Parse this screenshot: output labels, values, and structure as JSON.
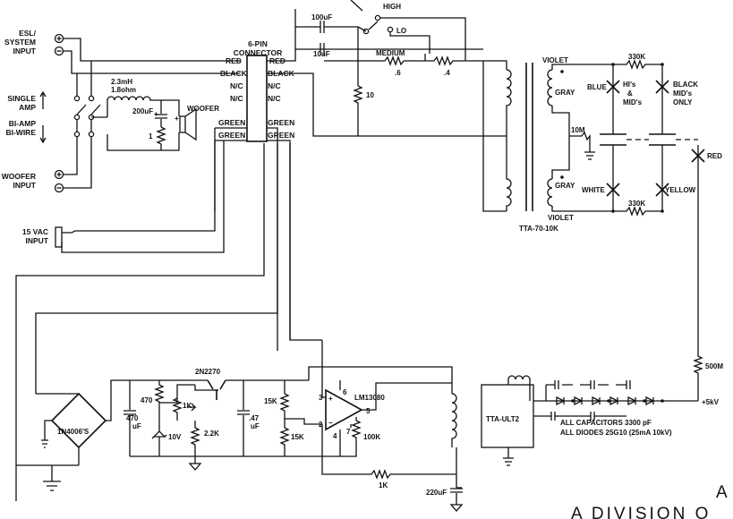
{
  "labels": {
    "esl_input": [
      "ESL/",
      "SYSTEM",
      "INPUT"
    ],
    "single_amp": [
      "SINGLE",
      "AMP"
    ],
    "biamp": [
      "BI-AMP",
      "BI-WIRE"
    ],
    "woofer_input": [
      "WOOFER",
      "INPUT"
    ],
    "vac_input": [
      "15 VAC",
      "INPUT"
    ],
    "connector": [
      "6-PIN",
      "CONNECTOR"
    ],
    "pin_left": [
      "RED",
      "BLACK",
      "N/C",
      "N/C",
      "GREEN",
      "GREEN"
    ],
    "pin_right": [
      "RED",
      "BLACK",
      "N/C",
      "N/C",
      "GREEN",
      "GREEN"
    ],
    "inductor": [
      "2.3mH",
      "1.8ohm"
    ],
    "cap_200": "200uF",
    "res_1": "1",
    "woofer": "WOOFER",
    "cap_100": "100uF",
    "cap_10": "10uF",
    "res_10": "10",
    "switch_high": "HIGH",
    "switch_lo": "LO",
    "switch_medium": "MEDIUM",
    "res_06": ".6",
    "res_04": ".4",
    "tx_violet_top": "VIOLET",
    "tx_gray_top": "GRAY",
    "tx_gray_bottom": "GRAY",
    "tx_violet_bottom": "VIOLET",
    "tx_name": "TTA-70-10K",
    "res_10m": "10M",
    "res_330k_top": "330K",
    "res_330k_bottom": "330K",
    "blue": "BLUE",
    "his_mids": [
      "HI's",
      "&",
      "MID's"
    ],
    "black_mids": [
      "BLACK",
      "MID's",
      "ONLY"
    ],
    "white": "WHITE",
    "yellow": "YELLOW",
    "red": "RED",
    "res_500m": "500M",
    "plus_5kv": "+5kV",
    "tta_ult2": "TTA-ULT2",
    "caps_note": "ALL CAPACITORS  3300 pF",
    "diodes_note": "ALL DIODES  25G10 (25mA  10kV)",
    "transistor": "2N2270",
    "opamp": "LM13080",
    "bridge": "1N4006'S",
    "res_470": "470",
    "cap_470": [
      "470",
      "uF"
    ],
    "zener": "10V",
    "pot_1k": "1K",
    "res_22k": "2.2K",
    "cap_47": [
      ".47",
      "uF"
    ],
    "res_15k_top": "15K",
    "res_15k_bottom": "15K",
    "res_100k": "100K",
    "res_1k_fb": "1K",
    "cap_220": "220uF",
    "pin_3": "3",
    "pin_2": "2",
    "pin_6": "6",
    "pin_5": "5",
    "pin_4": "4",
    "pin_7": "7",
    "plus_sign": "+",
    "minus_sign": "−",
    "watermark": [
      "A",
      "A  DIVISION  O"
    ]
  }
}
